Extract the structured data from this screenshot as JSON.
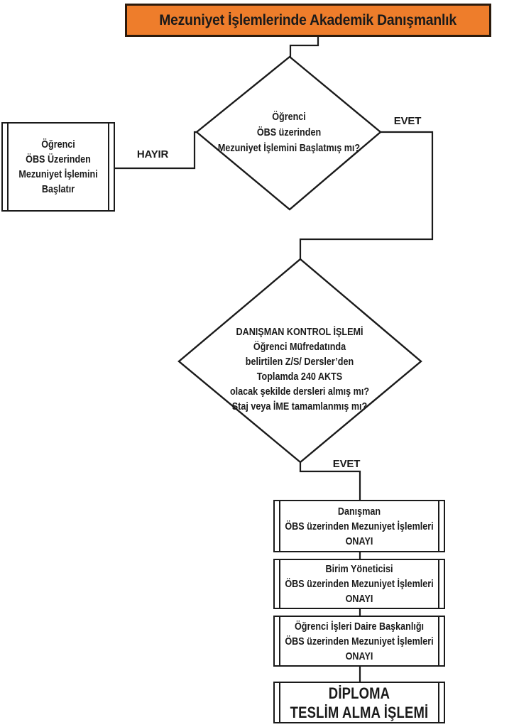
{
  "title": {
    "text": "Mezuniyet İşlemlerinde Akademik Danışmanlık"
  },
  "colors": {
    "header_bg": "#EE7D2B",
    "header_border": "#2B1A0C",
    "line": "#1A1A1A"
  },
  "edge_labels": {
    "hayir": "HAYIR",
    "evet_1": "EVET",
    "evet_2": "EVET"
  },
  "decisions": {
    "d1": {
      "lines": [
        "Öğrenci",
        "ÖBS üzerinden",
        "Mezuniyet İşlemini Başlatmış mı?"
      ]
    },
    "d2": {
      "lines": [
        "DANIŞMAN KONTROL İŞLEMİ",
        "Öğrenci Müfredatında",
        "belirtilen Z/S/ Dersler’den",
        "Toplamda 240 AKTS",
        "olacak şekilde dersleri almış mı?",
        "Staj veya İME tamamlanmış mı?"
      ]
    }
  },
  "processes": {
    "start": {
      "lines": [
        "Öğrenci",
        "ÖBS Üzerinden",
        "Mezuniyet İşlemini",
        "Başlatır"
      ]
    },
    "advisor": {
      "lines": [
        "Danışman",
        "ÖBS üzerinden Mezuniyet İşlemleri",
        "ONAYI"
      ]
    },
    "unit_manager": {
      "lines": [
        "Birim Yöneticisi",
        "ÖBS üzerinden Mezuniyet İşlemleri",
        "ONAYI"
      ]
    },
    "student_affairs": {
      "lines": [
        "Öğrenci İşleri Daire Başkanlığı",
        "ÖBS üzerinden Mezuniyet İşlemleri",
        "ONAYI"
      ]
    },
    "diploma": {
      "lines": [
        "DİPLOMA",
        "TESLİM ALMA İŞLEMİ"
      ]
    }
  }
}
